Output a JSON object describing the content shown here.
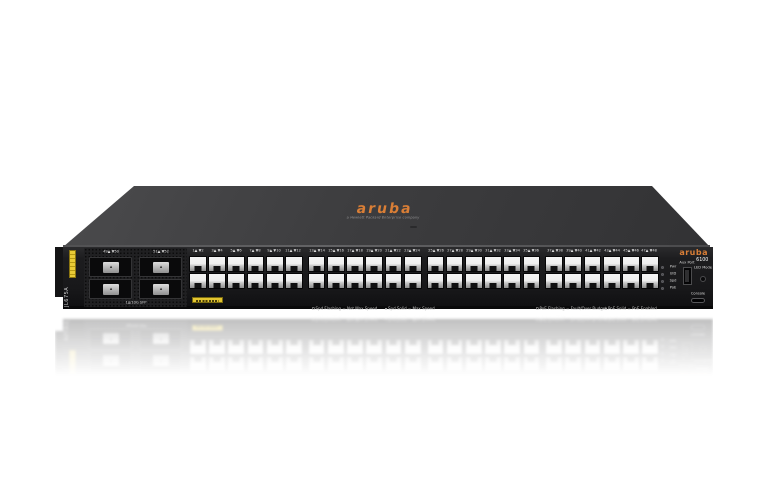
{
  "product": {
    "brand": "aruba",
    "tagline": "a Hewlett Packard Enterprise company",
    "model": "6100",
    "sku_label": "JL675A"
  },
  "sfp": {
    "groups": [
      {
        "label": "49▲ ▼50"
      },
      {
        "label": "51▲ ▼52"
      }
    ],
    "caption": "1g/10G SFP"
  },
  "ports": {
    "banks": [
      [
        "1▲ ▼2",
        "3▲ ▼4",
        "5▲ ▼6",
        "7▲ ▼8",
        "9▲ ▼10",
        "11▲ ▼12"
      ],
      [
        "13▲ ▼14",
        "15▲ ▼16",
        "17▲ ▼18",
        "19▲ ▼20",
        "21▲ ▼22",
        "23▲ ▼24"
      ],
      [
        "25▲ ▼26",
        "27▲ ▼28",
        "29▲ ▼30",
        "31▲ ▼32",
        "33▲ ▼34",
        "35▲ ▼36"
      ],
      [
        "37▲ ▼38",
        "39▲ ▼40",
        "41▲ ▼42",
        "43▲ ▼44",
        "45▲ ▼46",
        "47▲ ▼48"
      ]
    ]
  },
  "legend": {
    "items": [
      "Spd Flashing = Not Max Speed",
      "Spd Solid = Max Speed",
      "PoE Flashing = Fault/Over Budget",
      "PoE Solid = PoE Enabled"
    ]
  },
  "controls": {
    "leds": [
      "Pwr",
      "UID",
      "Spd",
      "PoE"
    ],
    "aux_port_label": "Aux Port",
    "led_mode_label": "LED Mode",
    "console_label": "Console"
  },
  "colors": {
    "brand_orange": "#d97e36",
    "chassis_top": "#3d3d3f",
    "chassis_front": "#1a1a1c",
    "sticker_yellow": "#e3c52f",
    "port_face": "#efefef",
    "background": "#ffffff"
  }
}
